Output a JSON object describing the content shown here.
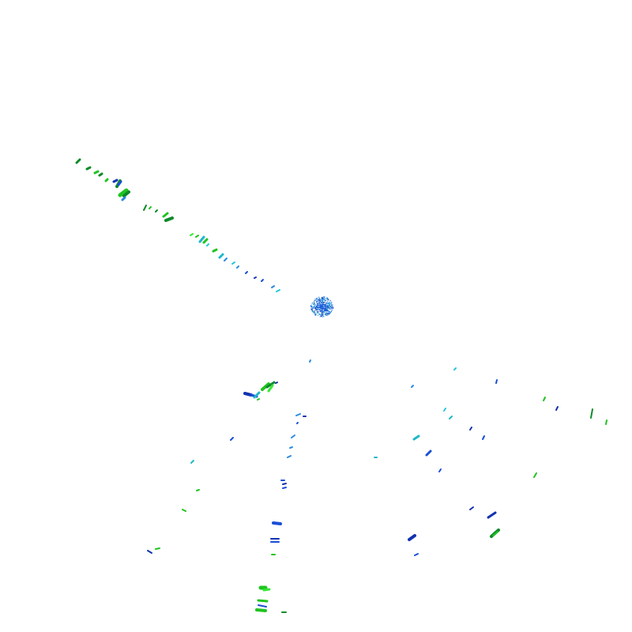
{
  "scene": {
    "background": "#ffffff",
    "palette": {
      "green": "#1fc41f",
      "dark_green": "#0e8a2a",
      "blue": "#1a4fd6",
      "dark_blue": "#1232b0",
      "sky": "#2a8ae0",
      "teal": "#1fb8c8",
      "cyan": "#25c8d8",
      "lime": "#38e838"
    },
    "elements": [
      "diagonal-streak-upper-left",
      "blue-particle-cluster",
      "scattered-dash-field"
    ]
  }
}
